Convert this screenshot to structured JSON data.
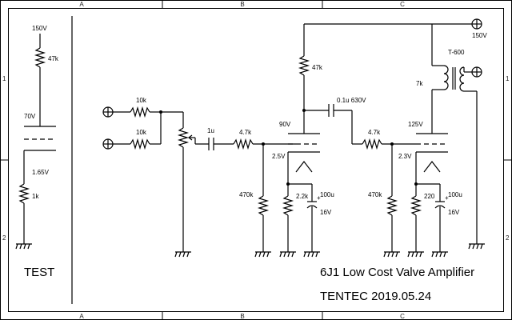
{
  "frame": {
    "columns": [
      "A",
      "B",
      "C"
    ],
    "rows": [
      "1",
      "2"
    ]
  },
  "test_panel": {
    "supply": "150V",
    "plate_resistor": "47k",
    "plate_voltage": "70V",
    "cathode_voltage": "1.65V",
    "cathode_resistor": "1k",
    "label": "TEST"
  },
  "input_stage": {
    "resistor_top": "10k",
    "resistor_bottom": "10k",
    "coupling_cap": "1u",
    "grid_resistor": "4.7k",
    "grid_leak": "470k"
  },
  "stage1": {
    "plate_resistor": "47k",
    "plate_voltage": "90V",
    "cathode_voltage": "2.5V",
    "cathode_resistor": "2.2k",
    "bypass_cap": "100u",
    "bypass_voltage": "16V"
  },
  "coupling": {
    "cap": "0.1u 630V",
    "grid_resistor": "4.7k",
    "grid_leak": "470k"
  },
  "stage2": {
    "supply": "150V",
    "transformer": "T-600",
    "primary_impedance": "7k",
    "plate_voltage": "125V",
    "cathode_voltage": "2.3V",
    "cathode_resistor": "220",
    "bypass_cap": "100u",
    "bypass_voltage": "16V"
  },
  "title_block": {
    "title": "6J1 Low Cost Valve Amplifier",
    "author_date": "TENTEC 2019.05.24"
  }
}
